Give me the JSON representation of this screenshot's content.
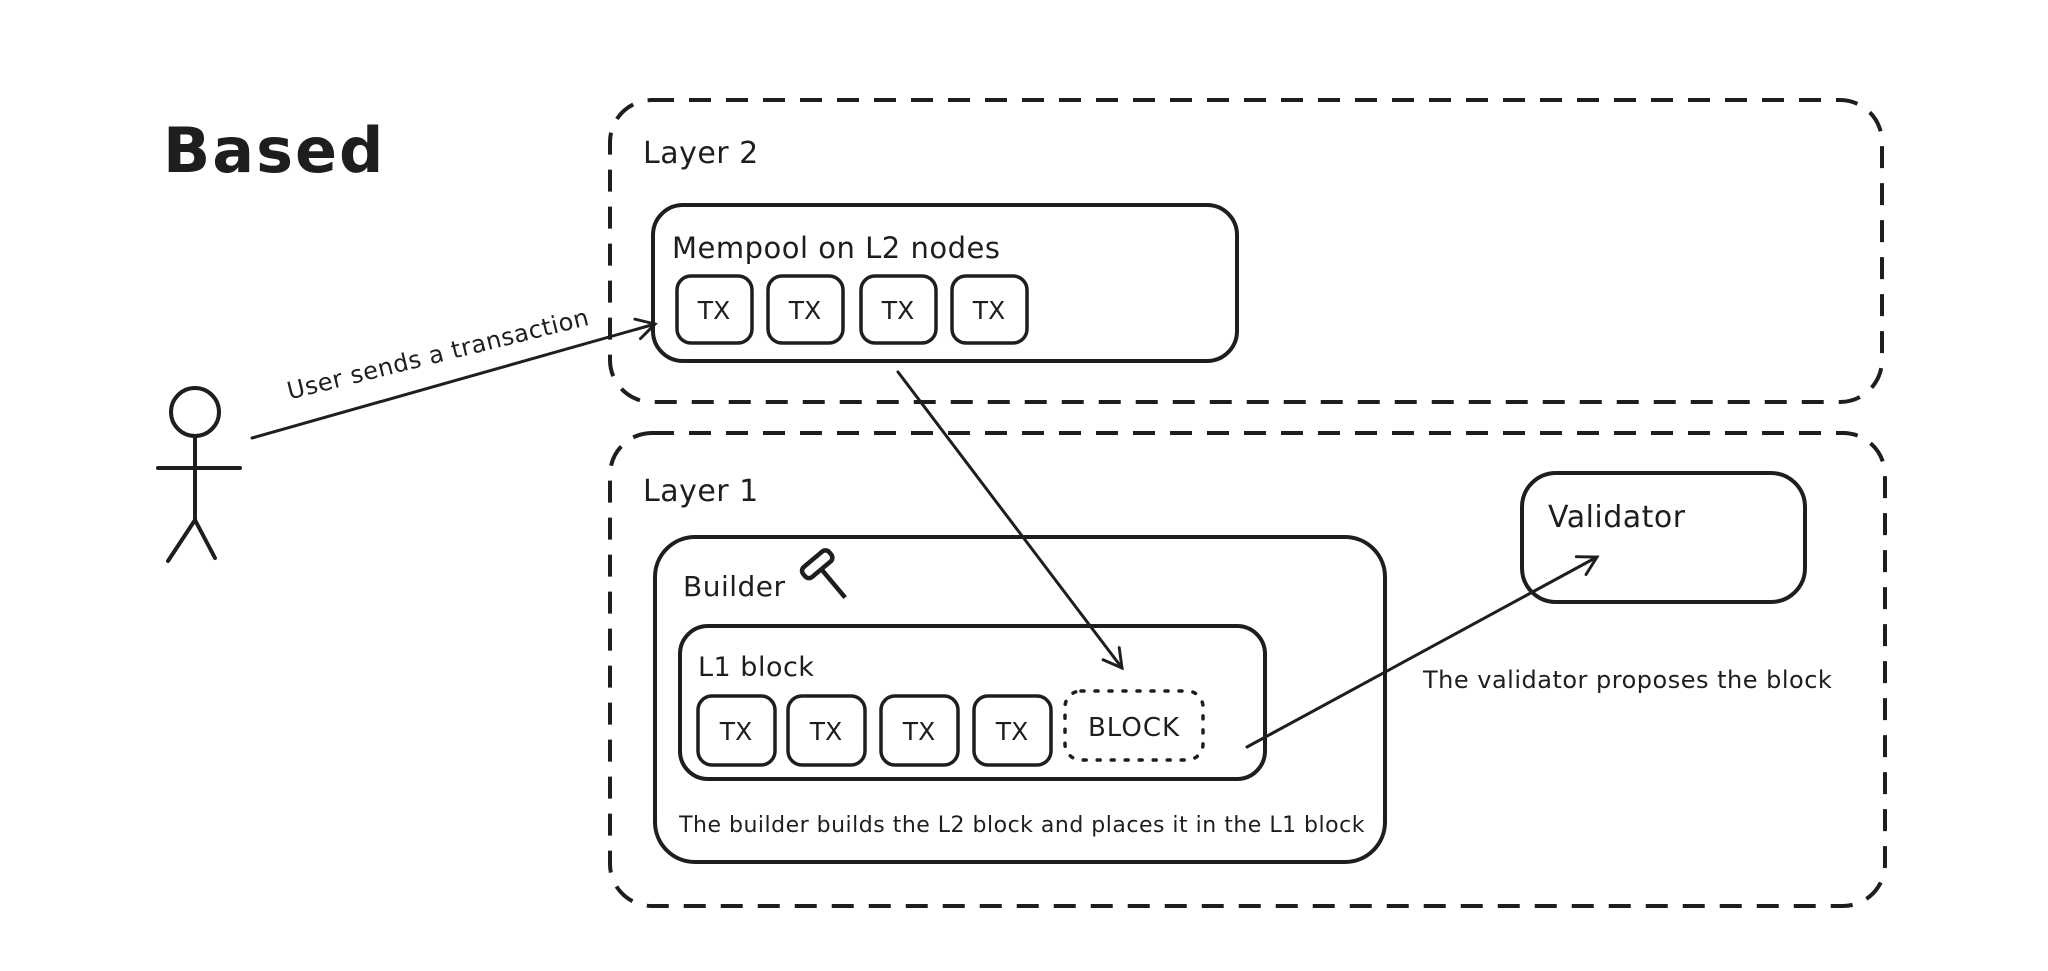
{
  "title": {
    "text": "Based"
  },
  "colors": {
    "ink": "#1e1e1e",
    "accent_red": "#cf2d2d",
    "background": "#ffffff"
  },
  "layer2": {
    "label": "Layer 2",
    "mempool": {
      "label": "Mempool on L2 nodes",
      "tx_items": [
        "TX",
        "TX",
        "TX",
        "TX"
      ]
    }
  },
  "layer1": {
    "label": "Layer 1",
    "builder": {
      "label": "Builder",
      "caption": "The builder builds the L2 block and places it in the L1 block"
    },
    "l1_block": {
      "label": "L1 block",
      "tx_items": [
        "TX",
        "TX",
        "TX",
        "TX"
      ],
      "block_slot": "BLOCK"
    },
    "validator": {
      "label": "Validator",
      "caption": "The validator proposes the block"
    }
  },
  "arrows": {
    "user_to_mempool_label": "User sends a transaction"
  }
}
